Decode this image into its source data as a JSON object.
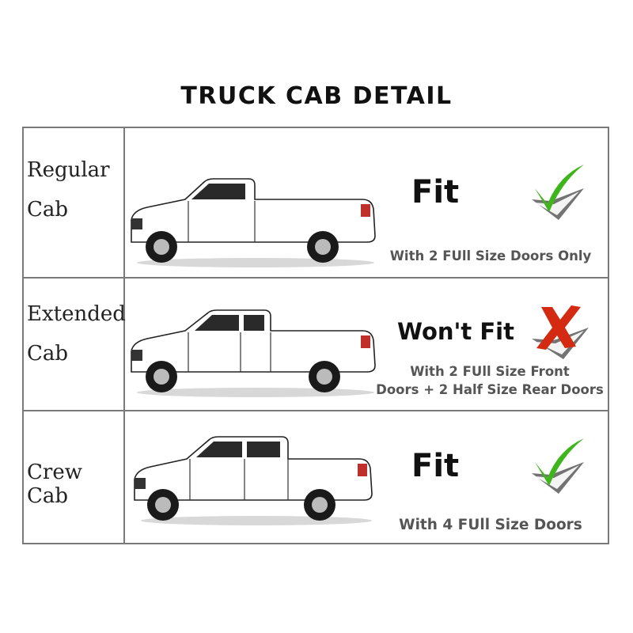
{
  "title": "TRUCK CAB DETAIL",
  "rows": [
    {
      "label_line1": "Regular",
      "label_line2": "Cab",
      "verdict": "Fit",
      "caption_line1": "With 2 FUll Size Doors Only",
      "caption_line2": "",
      "mark_icon": "check-icon"
    },
    {
      "label_line1": "Extended",
      "label_line2": "Cab",
      "verdict": "Won't Fit",
      "caption_line1": "With 2 FUll Size Front",
      "caption_line2": "Doors + 2 Half Size Rear Doors",
      "mark_icon": "x-icon"
    },
    {
      "label_line1": "Crew Cab",
      "label_line2": "",
      "verdict": "Fit",
      "caption_line1": "With 4 FUll Size Doors",
      "caption_line2": "",
      "mark_icon": "check-icon"
    }
  ],
  "colors": {
    "check": "#3fb51c",
    "cross": "#d42a12",
    "border": "#7a7a7a",
    "caption": "#555555"
  }
}
